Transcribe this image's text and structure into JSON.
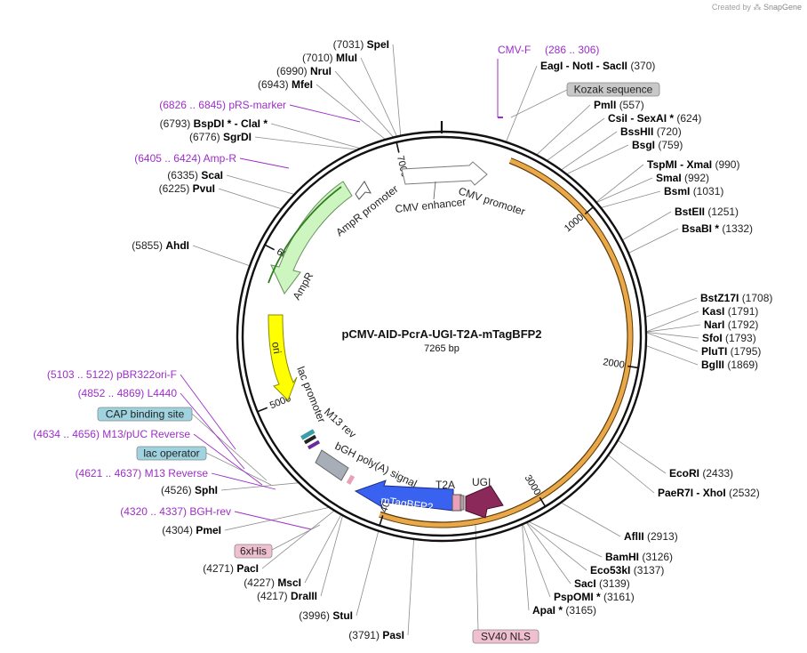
{
  "attribution": {
    "prefix": "Created by",
    "brand": "SnapGene"
  },
  "plasmid": {
    "name": "pCMV-AID-PcrA-UGI-T2A-mTagBFP2",
    "length_label": "7265 bp",
    "length": 7265
  },
  "colors": {
    "primer": "#9b2fc7",
    "enzyme_name": "#000000",
    "enzyme_pos": "#222222",
    "feature_box_gray": "#c8c8c8",
    "feature_box_cyan": "#9fd3df",
    "feature_box_pink": "#f0c0d0",
    "orf_band": "#e9a94a",
    "ampr": "#ccf5c0",
    "ori": "#ffff00",
    "mtagbfp2": "#3a62f0",
    "ugi": "#8b2a5a"
  },
  "ticks": [
    {
      "label": "1000",
      "bp": 1000
    },
    {
      "label": "2000",
      "bp": 2000
    },
    {
      "label": "3000",
      "bp": 3000
    },
    {
      "label": "4000",
      "bp": 4000
    },
    {
      "label": "5000",
      "bp": 5000
    },
    {
      "label": "6000",
      "bp": 6000
    },
    {
      "label": "7000",
      "bp": 7000
    }
  ],
  "enzymes_right": [
    {
      "name": "EagI  -  NotI  -  SacII",
      "pos": "(370)",
      "bp": 370
    },
    {
      "name": "PmlI",
      "pos": "(557)",
      "bp": 557
    },
    {
      "name": "CsiI  -  SexAI *",
      "pos": "(624)",
      "bp": 624
    },
    {
      "name": "BssHII",
      "pos": "(720)",
      "bp": 720
    },
    {
      "name": "BsgI",
      "pos": "(759)",
      "bp": 759
    },
    {
      "name": "TspMI  -  XmaI",
      "pos": "(990)",
      "bp": 990
    },
    {
      "name": "SmaI",
      "pos": "(992)",
      "bp": 992
    },
    {
      "name": "BsmI",
      "pos": "(1031)",
      "bp": 1031
    },
    {
      "name": "BstEII",
      "pos": "(1251)",
      "bp": 1251
    },
    {
      "name": "BsaBI *",
      "pos": "(1332)",
      "bp": 1332
    },
    {
      "name": "BstZ17I",
      "pos": "(1708)",
      "bp": 1708
    },
    {
      "name": "KasI",
      "pos": "(1791)",
      "bp": 1791
    },
    {
      "name": "NarI",
      "pos": "(1792)",
      "bp": 1792
    },
    {
      "name": "SfoI",
      "pos": "(1793)",
      "bp": 1793
    },
    {
      "name": "PluTI",
      "pos": "(1795)",
      "bp": 1795
    },
    {
      "name": "BglII",
      "pos": "(1869)",
      "bp": 1869
    },
    {
      "name": "EcoRI",
      "pos": "(2433)",
      "bp": 2433
    },
    {
      "name": "PaeR7I  -  XhoI",
      "pos": "(2532)",
      "bp": 2532
    },
    {
      "name": "AflII",
      "pos": "(2913)",
      "bp": 2913
    },
    {
      "name": "BamHI",
      "pos": "(3126)",
      "bp": 3126
    },
    {
      "name": "Eco53kI",
      "pos": "(3137)",
      "bp": 3137
    },
    {
      "name": "SacI",
      "pos": "(3139)",
      "bp": 3139
    },
    {
      "name": "PspOMI *",
      "pos": "(3161)",
      "bp": 3161
    },
    {
      "name": "ApaI *",
      "pos": "(3165)",
      "bp": 3165
    }
  ],
  "enzymes_left": [
    {
      "name": "SpeI",
      "pos": "(7031)",
      "bp": 7031
    },
    {
      "name": "MluI",
      "pos": "(7010)",
      "bp": 7010
    },
    {
      "name": "NruI",
      "pos": "(6990)",
      "bp": 6990
    },
    {
      "name": "MfeI",
      "pos": "(6943)",
      "bp": 6943
    },
    {
      "name": "BspDI *  -  ClaI *",
      "pos": "(6793)",
      "bp": 6793
    },
    {
      "name": "SgrDI",
      "pos": "(6776)",
      "bp": 6776
    },
    {
      "name": "ScaI",
      "pos": "(6335)",
      "bp": 6335
    },
    {
      "name": "PvuI",
      "pos": "(6225)",
      "bp": 6225
    },
    {
      "name": "AhdI",
      "pos": "(5855)",
      "bp": 5855
    },
    {
      "name": "SphI",
      "pos": "(4526)",
      "bp": 4526
    },
    {
      "name": "PmeI",
      "pos": "(4304)",
      "bp": 4304
    },
    {
      "name": "PacI",
      "pos": "(4271)",
      "bp": 4271
    },
    {
      "name": "MscI",
      "pos": "(4227)",
      "bp": 4227
    },
    {
      "name": "DraIII",
      "pos": "(4217)",
      "bp": 4217
    },
    {
      "name": "StuI",
      "pos": "(3996)",
      "bp": 3996
    },
    {
      "name": "PasI",
      "pos": "(3791)",
      "bp": 3791
    }
  ],
  "primers": [
    {
      "name": "CMV-F",
      "range": "(286 .. 306)",
      "bp": 296
    },
    {
      "name": "pRS-marker",
      "range": "(6826 .. 6845)",
      "bp": 6835
    },
    {
      "name": "Amp-R",
      "range": "(6405 .. 6424)",
      "bp": 6414
    },
    {
      "name": "pBR322ori-F",
      "range": "(5103 .. 5122)",
      "bp": 5112
    },
    {
      "name": "L4440",
      "range": "(4852 .. 4869)",
      "bp": 4860
    },
    {
      "name": "M13/pUC Reverse",
      "range": "(4634 .. 4656)",
      "bp": 4645
    },
    {
      "name": "M13 Reverse",
      "range": "(4621 .. 4637)",
      "bp": 4629
    },
    {
      "name": "BGH-rev",
      "range": "(4320 .. 4337)",
      "bp": 4328
    }
  ],
  "feature_boxes": [
    {
      "label": "Kozak sequence",
      "style": "gray"
    },
    {
      "label": "CAP binding site",
      "style": "cyan"
    },
    {
      "label": "lac operator",
      "style": "cyan"
    },
    {
      "label": "6xHis",
      "style": "pink"
    },
    {
      "label": "SV40 NLS",
      "style": "pink"
    }
  ],
  "features": [
    {
      "label": "CMV promoter"
    },
    {
      "label": "CMV enhancer"
    },
    {
      "label": "AmpR promoter"
    },
    {
      "label": "AmpR"
    },
    {
      "label": "ori"
    },
    {
      "label": "lac promoter"
    },
    {
      "label": "M13 rev"
    },
    {
      "label": "bGH poly(A) signal"
    },
    {
      "label": "mTagBFP2"
    },
    {
      "label": "T2A"
    },
    {
      "label": "UGI"
    }
  ]
}
